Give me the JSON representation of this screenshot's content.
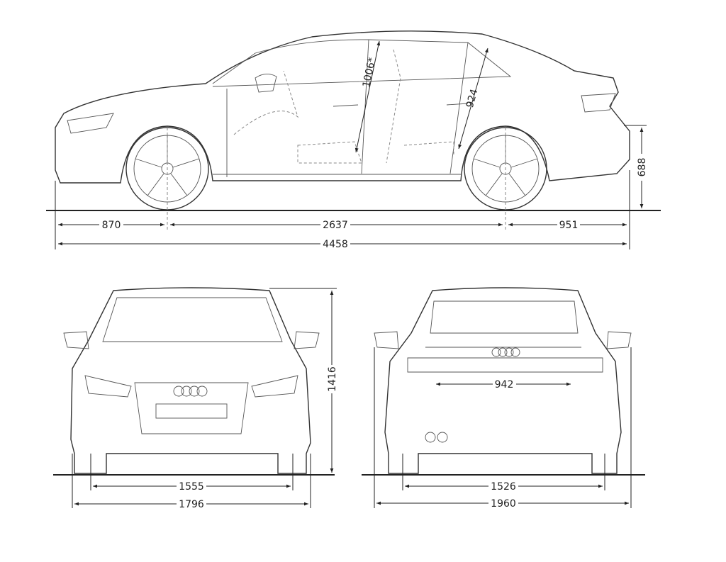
{
  "side_view": {
    "front_overhang": "870",
    "wheelbase": "2637",
    "rear_overhang": "951",
    "length": "4458",
    "front_headroom": "1006*",
    "rear_headroom": "924",
    "loading_sill_height": "688"
  },
  "front_view": {
    "height": "1416",
    "front_track": "1555",
    "width": "1796"
  },
  "rear_view": {
    "trunk_opening_width": "942",
    "rear_track": "1526",
    "width_incl_mirrors": "1960"
  },
  "colors": {
    "line": "#333333",
    "background": "#ffffff"
  }
}
